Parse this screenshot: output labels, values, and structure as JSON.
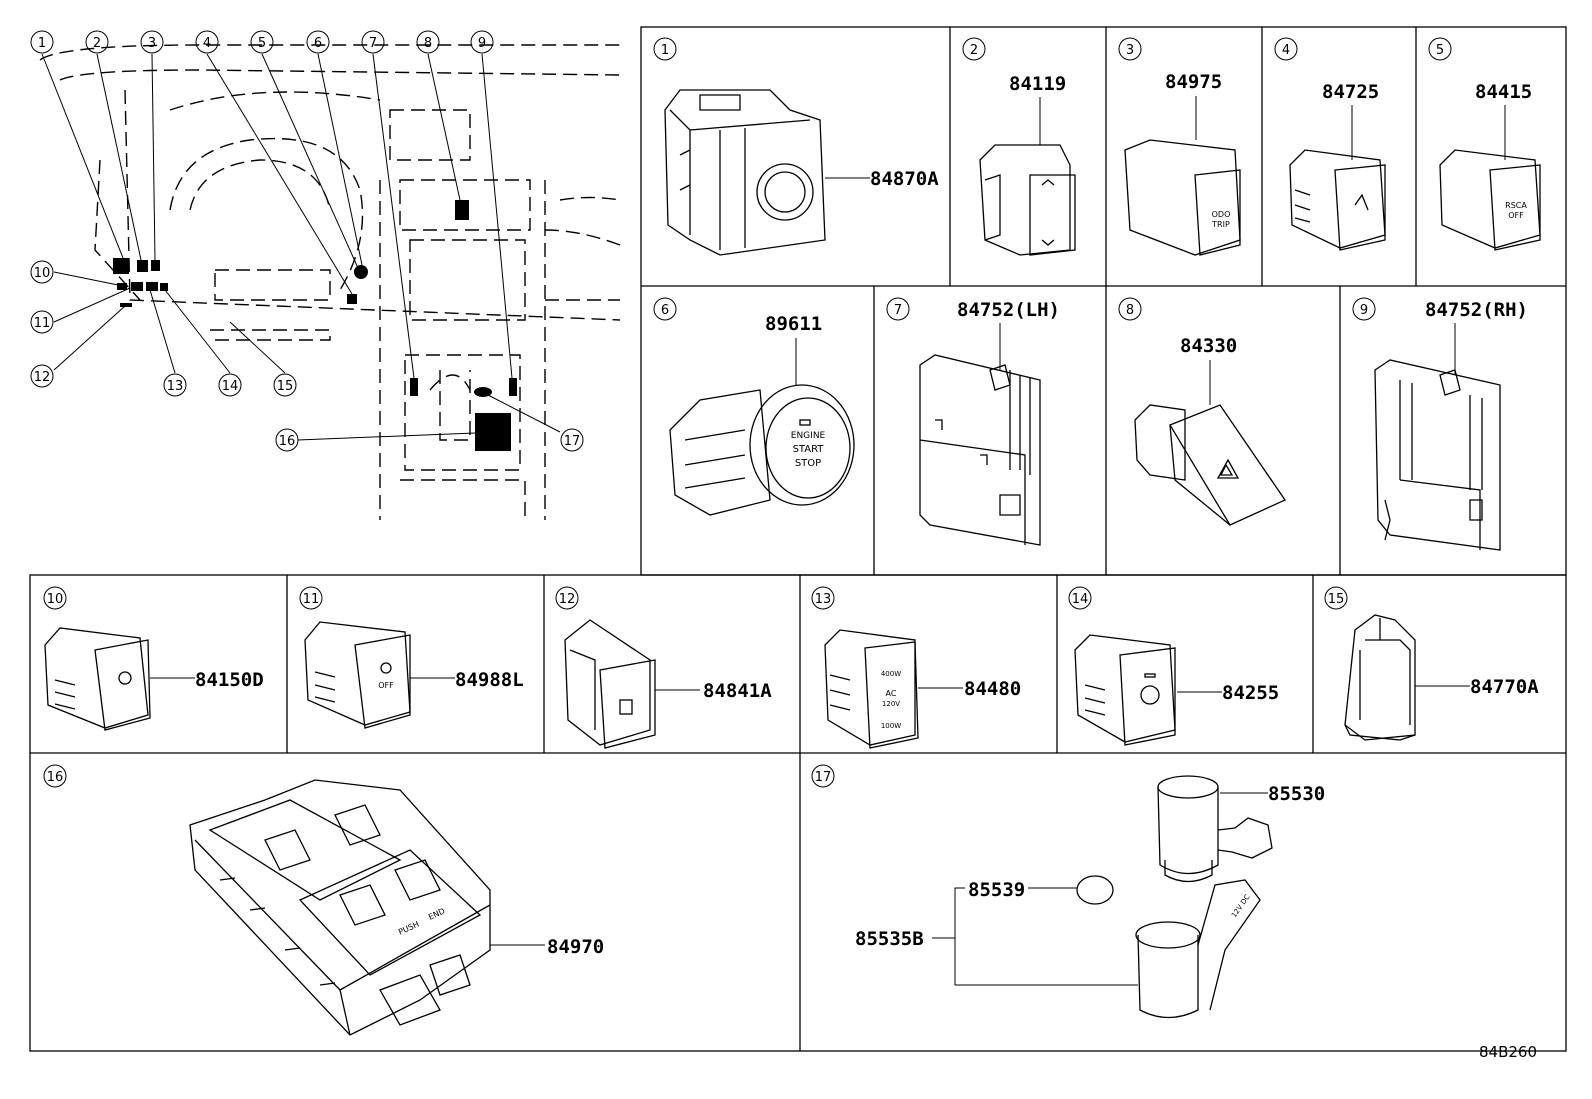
{
  "diagram_code": "84B260",
  "overview_callouts": [
    "1",
    "2",
    "3",
    "4",
    "5",
    "6",
    "7",
    "8",
    "9",
    "10",
    "11",
    "12",
    "13",
    "14",
    "15",
    "16",
    "17"
  ],
  "panels": [
    {
      "num": "1",
      "parts": [
        "84870A"
      ]
    },
    {
      "num": "2",
      "parts": [
        "84119"
      ]
    },
    {
      "num": "3",
      "parts": [
        "84975"
      ]
    },
    {
      "num": "4",
      "parts": [
        "84725"
      ]
    },
    {
      "num": "5",
      "parts": [
        "84415"
      ]
    },
    {
      "num": "6",
      "parts": [
        "89611"
      ]
    },
    {
      "num": "7",
      "parts": [
        "84752(LH)"
      ]
    },
    {
      "num": "8",
      "parts": [
        "84330"
      ]
    },
    {
      "num": "9",
      "parts": [
        "84752(RH)"
      ]
    },
    {
      "num": "10",
      "parts": [
        "84150D"
      ]
    },
    {
      "num": "11",
      "parts": [
        "84988L"
      ]
    },
    {
      "num": "12",
      "parts": [
        "84841A"
      ]
    },
    {
      "num": "13",
      "parts": [
        "84480"
      ]
    },
    {
      "num": "14",
      "parts": [
        "84255"
      ]
    },
    {
      "num": "15",
      "parts": [
        "84770A"
      ]
    },
    {
      "num": "16",
      "parts": [
        "84970"
      ]
    },
    {
      "num": "17",
      "parts": [
        "85530",
        "85539",
        "85535B"
      ]
    }
  ],
  "switch_legends": {
    "engine_button": [
      "ENGINE",
      "START",
      "STOP"
    ],
    "odo_trip": [
      "ODO",
      "TRIP"
    ],
    "rsca_off": [
      "RSCA",
      "OFF"
    ],
    "vsc_off": "OFF",
    "power_outlet": [
      "400W",
      "AC",
      "120V",
      "100W"
    ],
    "window_switch": [
      "PUSH",
      "END"
    ],
    "outlet_cover": "12V DC"
  }
}
